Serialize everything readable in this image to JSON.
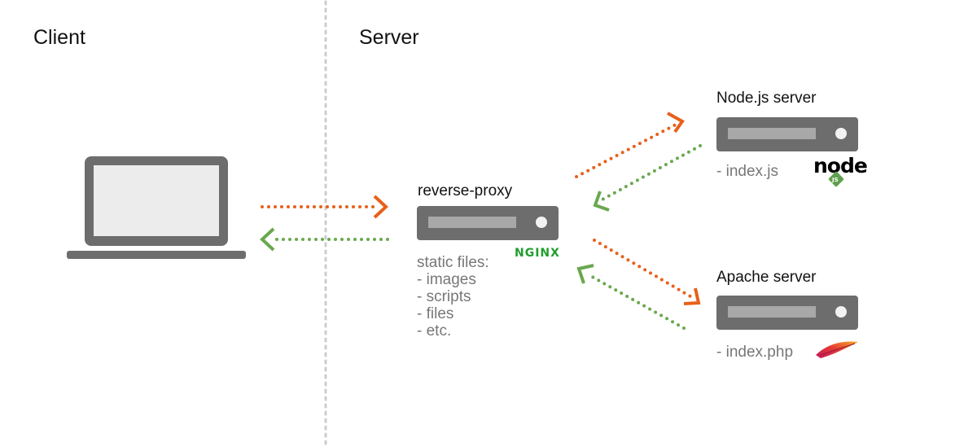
{
  "sections": {
    "client": "Client",
    "server": "Server"
  },
  "proxy": {
    "title": "reverse-proxy",
    "logo_text": "NGINX",
    "notes": [
      "static files:",
      "- images",
      "- scripts",
      "- files",
      "- etc."
    ]
  },
  "node_server": {
    "title": "Node.js server",
    "file": "- index.js",
    "logo_text": "node",
    "logo_badge": "JS"
  },
  "apache_server": {
    "title": "Apache server",
    "file": "- index.php"
  },
  "colors": {
    "request_arrow": "#e8601a",
    "response_arrow": "#6aa84f",
    "device": "#6d6d6d",
    "screen": "#ececec",
    "divider": "#cccccc",
    "server_bar": "#a8a8a8",
    "server_dot": "#f2f2f2",
    "nginx": "#1f9e2c",
    "node_badge": "#5fa04e"
  },
  "icons": {
    "client_device": "laptop-icon",
    "proxy_logo": "nginx-logo",
    "node_logo": "nodejs-logo",
    "apache_logo": "apache-feather-logo"
  }
}
